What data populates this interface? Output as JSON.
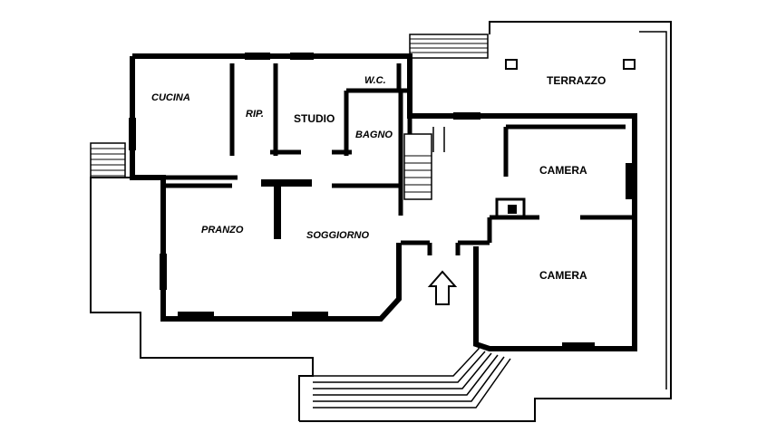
{
  "plan": {
    "rooms": {
      "cucina": "CUCINA",
      "ripostiglio": "RIP.",
      "studio": "STUDIO",
      "wc": "W.C.",
      "bagno": "BAGNO",
      "terrazzo": "TERRAZZO",
      "camera_1": "CAMERA",
      "camera_2": "CAMERA",
      "pranzo": "PRANZO",
      "soggiorno": "SOGGIORNO"
    },
    "colors": {
      "ink": "#000000",
      "paper": "#ffffff"
    },
    "entrance_marker": "arrow-up-icon"
  }
}
